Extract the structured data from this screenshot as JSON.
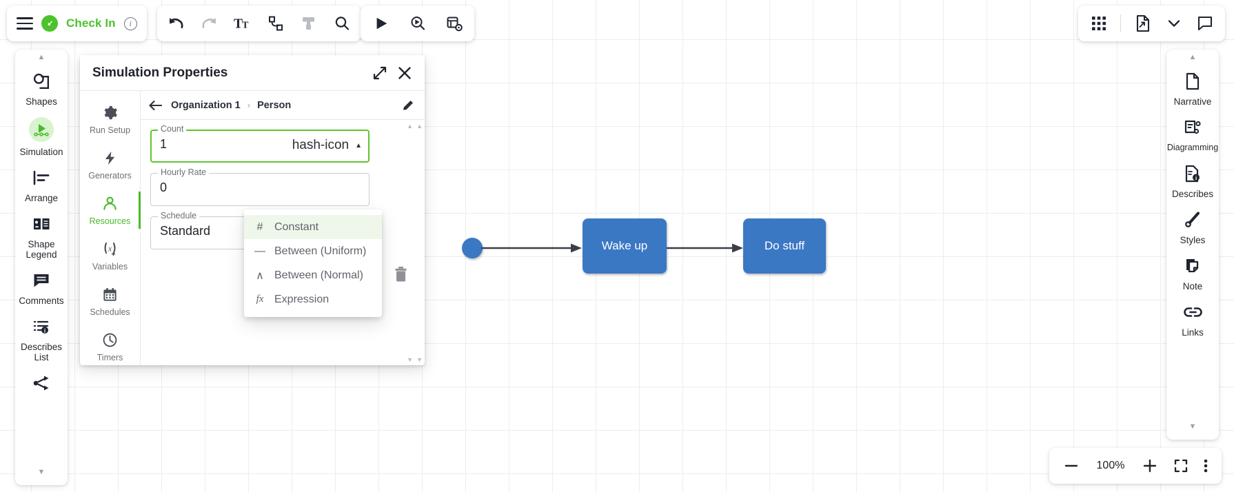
{
  "toolbar_left": {
    "menu_icon": "hamburger-menu-icon",
    "checkin_label": "Check In",
    "checkin_icon": "check-in-badge-icon",
    "info_icon": "info-icon",
    "accent_green": "#4CC22C"
  },
  "toolbar_edit": {
    "items": [
      {
        "name": "undo-icon",
        "label": "Undo"
      },
      {
        "name": "redo-icon",
        "label": "Redo"
      },
      {
        "name": "text-format-icon",
        "label": "Text"
      },
      {
        "name": "connector-icon",
        "label": "Connector"
      },
      {
        "name": "format-painter-icon",
        "label": "Format Painter"
      },
      {
        "name": "search-icon",
        "label": "Search"
      }
    ]
  },
  "toolbar_run": {
    "items": [
      {
        "name": "play-icon",
        "label": "Run"
      },
      {
        "name": "play-inspect-icon",
        "label": "Run and Inspect"
      },
      {
        "name": "run-settings-icon",
        "label": "Run Settings"
      }
    ]
  },
  "toolbar_right": {
    "items": [
      {
        "name": "apps-grid-icon",
        "label": "Apps"
      },
      {
        "name": "export-document-icon",
        "label": "Export"
      },
      {
        "name": "chevron-down-icon",
        "label": "More"
      },
      {
        "name": "comment-icon",
        "label": "Comments"
      }
    ]
  },
  "left_rail": {
    "scroll_up": "▲",
    "scroll_down": "▼",
    "items": [
      {
        "label": "Shapes",
        "icon": "shapes-icon",
        "active": false
      },
      {
        "label": "Simulation",
        "icon": "simulation-icon",
        "active": true
      },
      {
        "label": "Arrange",
        "icon": "arrange-icon",
        "active": false
      },
      {
        "label": "Shape Legend",
        "icon": "shape-legend-icon",
        "active": false
      },
      {
        "label": "Comments",
        "icon": "comments-icon",
        "active": false
      },
      {
        "label": "Describes List",
        "icon": "describes-list-icon",
        "active": false
      },
      {
        "label": "",
        "icon": "share-node-icon",
        "active": false
      }
    ]
  },
  "right_rail": {
    "scroll_up": "▲",
    "scroll_down": "▼",
    "items": [
      {
        "label": "Narrative",
        "icon": "narrative-document-icon"
      },
      {
        "label": "Diagramming",
        "icon": "diagramming-icon"
      },
      {
        "label": "Describes",
        "icon": "describes-icon"
      },
      {
        "label": "Styles",
        "icon": "styles-brush-icon"
      },
      {
        "label": "Note",
        "icon": "note-icon"
      },
      {
        "label": "Links",
        "icon": "links-chain-icon"
      }
    ]
  },
  "properties_panel": {
    "title": "Simulation Properties",
    "expand_icon": "expand-diagonal-icon",
    "close_icon": "close-icon",
    "tabs": [
      {
        "label": "Run Setup",
        "icon": "gear-icon",
        "active": false
      },
      {
        "label": "Generators",
        "icon": "lightning-icon",
        "active": false
      },
      {
        "label": "Resources",
        "icon": "person-icon",
        "active": true
      },
      {
        "label": "Variables",
        "icon": "variable-icon",
        "active": false
      },
      {
        "label": "Schedules",
        "icon": "calendar-icon",
        "active": false
      },
      {
        "label": "Timers",
        "icon": "clock-icon",
        "active": false
      }
    ],
    "breadcrumb": {
      "back_icon": "back-arrow-icon",
      "root": "Organization 1",
      "separator": "›",
      "current": "Person",
      "edit_icon": "pencil-icon"
    },
    "fields": [
      {
        "label": "Count",
        "value": "1",
        "focused": true,
        "adorn_icon": "hash-icon",
        "caret": "▲"
      },
      {
        "label": "Hourly Rate",
        "value": "0",
        "focused": false,
        "adorn_icon": "",
        "caret": ""
      },
      {
        "label": "Schedule",
        "value": "Standard",
        "focused": false,
        "adorn_icon": "",
        "caret": ""
      }
    ],
    "delete_icon": "trash-icon",
    "dropdown": {
      "items": [
        {
          "label": "Constant",
          "icon": "#",
          "selected": true
        },
        {
          "label": "Between (Uniform)",
          "icon": "—",
          "selected": false
        },
        {
          "label": "Between (Normal)",
          "icon": "∧",
          "selected": false
        },
        {
          "label": "Expression",
          "icon": "fx",
          "selected": false
        }
      ]
    },
    "highlight_color": "#5CC52E"
  },
  "diagram": {
    "start_node": {
      "name": "start-node",
      "label": ""
    },
    "nodes": [
      {
        "label": "Wake up",
        "color": "#3B78C4"
      },
      {
        "label": "Do stuff",
        "color": "#3B78C4"
      }
    ]
  },
  "zoom_bar": {
    "minus_icon": "minus-icon",
    "value": "100%",
    "plus_icon": "plus-icon",
    "fit_icon": "fit-screen-icon",
    "more_icon": "more-vertical-icon"
  }
}
